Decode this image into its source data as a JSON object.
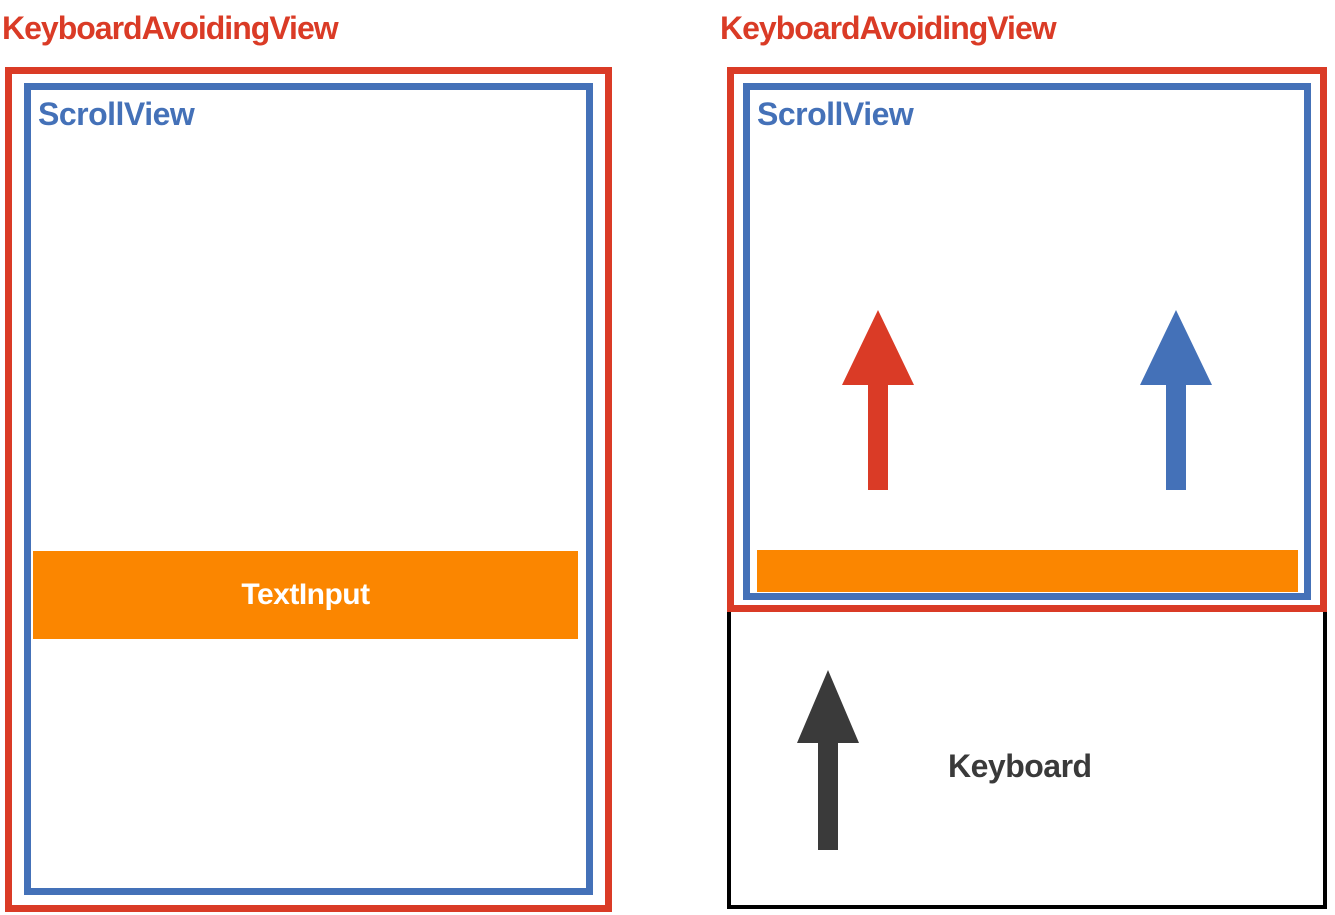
{
  "left_panel": {
    "title": "KeyboardAvoidingView",
    "scrollview_label": "ScrollView",
    "textinput_label": "TextInput"
  },
  "right_panel": {
    "title": "KeyboardAvoidingView",
    "scrollview_label": "ScrollView",
    "keyboard_label": "Keyboard",
    "red_arrow_icon": "up-arrow",
    "blue_arrow_icon": "up-arrow",
    "keyboard_arrow_icon": "up-arrow"
  },
  "colors": {
    "red": "#da3b26",
    "blue": "#4471b8",
    "orange": "#fb8600",
    "arrow_dark": "#3a3a3a",
    "keyboard_border": "#000000",
    "textinput_text": "#ffffff"
  }
}
